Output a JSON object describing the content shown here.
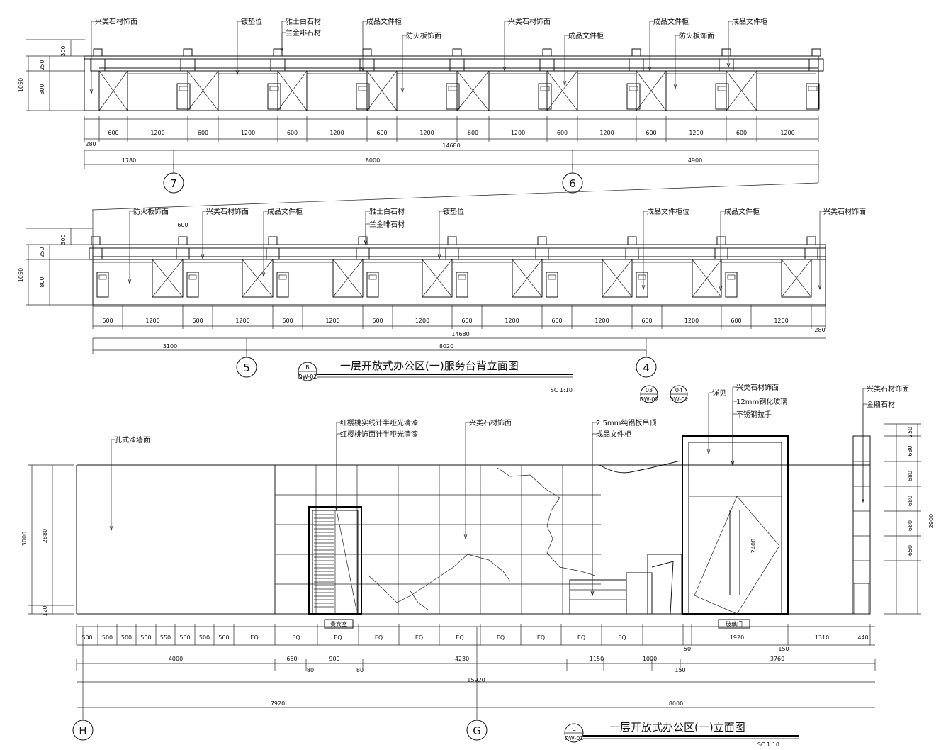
{
  "elevation_a": {
    "labels": [
      "兴类石材饰面",
      "镀垫位",
      "雅士白石材",
      "兰金啡石材",
      "成品文件柜",
      "防火板饰面",
      "兴类石材饰面",
      "成品文件柜",
      "成品文件柜",
      "成品文件柜",
      "防火板饰面"
    ],
    "vdims": [
      "300",
      "250",
      "1050",
      "800"
    ],
    "segments": [
      "600",
      "1200",
      "600",
      "1200",
      "600",
      "1200",
      "600",
      "1200",
      "600",
      "1200",
      "600",
      "1200",
      "600",
      "1200",
      "600",
      "1200"
    ],
    "start": "280",
    "total": "14680",
    "sub": [
      "1780",
      "8000",
      "4900"
    ],
    "axes": [
      "7",
      "6"
    ]
  },
  "elevation_b": {
    "labels": [
      "防火板饰面",
      "兴类石材饰面",
      "成品文件柜",
      "雅士白石材",
      "兰金啡石材",
      "镀垫位",
      "成品文件柜位",
      "成品文件柜",
      "兴类石材饰面"
    ],
    "vdims": [
      "300",
      "250",
      "1050",
      "800"
    ],
    "small": "600",
    "segments": [
      "600",
      "1200",
      "600",
      "1200",
      "600",
      "1200",
      "600",
      "1200",
      "600",
      "1200",
      "600",
      "1200",
      "600",
      "1200",
      "600",
      "1200"
    ],
    "total": "14680",
    "end": "280",
    "sub": [
      "3100",
      "8020"
    ],
    "axes": [
      "5",
      "4"
    ],
    "title": "一层开放式办公区(一)服务台背立面图",
    "tag": "B",
    "tag_sub": "DW-01",
    "scale": "SC 1:10"
  },
  "elevation_c": {
    "labels": [
      "孔式漆墙面",
      "红樱桃实线计半哑光清漆",
      "红樱桃饰面计半哑光清漆",
      "兴类石材饰面",
      "2.5mm纯铝板吊顶",
      "成品文件柜",
      "详见",
      "兴类石材饰面",
      "12mm钢化玻璃",
      "不锈钢拉手",
      "兴类石材饰面",
      "金鼎石材"
    ],
    "tags": [
      "03",
      "04"
    ],
    "tag_subs": [
      "DW-02",
      "DW-02"
    ],
    "vdims_left": [
      "3000",
      "2880",
      "120"
    ],
    "vdims_right": [
      "250",
      "680",
      "680",
      "680",
      "680",
      "650",
      "2900"
    ],
    "door_dim": "2400",
    "door_label": "贵宾室",
    "glass_door_label": "玻璃门",
    "segments": [
      "500",
      "500",
      "500",
      "500",
      "550",
      "500",
      "500",
      "500",
      "EQ",
      "EQ",
      "EQ",
      "EQ",
      "EQ",
      "EQ",
      "EQ",
      "EQ",
      "EQ",
      "EQ"
    ],
    "right_segments": [
      "1920",
      "1310",
      "440"
    ],
    "row2": [
      "4000",
      "650",
      "900",
      "4230",
      "1150",
      "1000",
      "3760"
    ],
    "row2_small": [
      "80",
      "80",
      "150",
      "50",
      "150"
    ],
    "total": "15920",
    "sub": [
      "7920",
      "8000"
    ],
    "axes": [
      "H",
      "G"
    ],
    "title": "一层开放式办公区(一)立面图",
    "tag": "C",
    "tag_sub": "DW-01",
    "scale": "SC 1:10"
  }
}
